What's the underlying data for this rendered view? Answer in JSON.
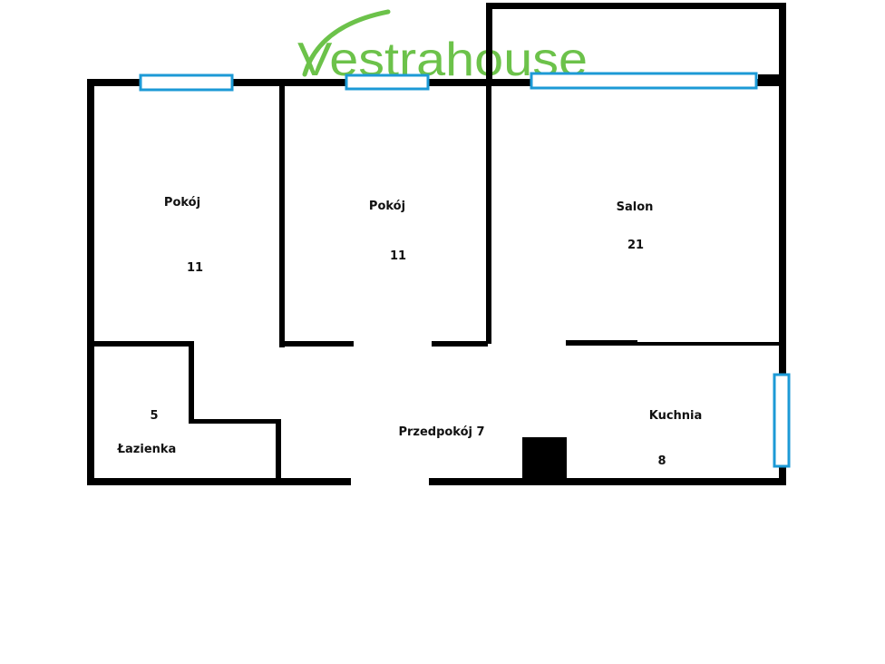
{
  "brand": {
    "name": "Vestrahouse",
    "color": "#6cc24a"
  },
  "colors": {
    "wall": "#000000",
    "window": "#1c9ad6",
    "text": "#111111",
    "background": "#ffffff"
  },
  "rooms": [
    {
      "id": "bedroom-1",
      "name": "Pokój",
      "area": "11"
    },
    {
      "id": "bedroom-2",
      "name": "Pokój",
      "area": "11"
    },
    {
      "id": "living-room",
      "name": "Salon",
      "area": "21"
    },
    {
      "id": "bathroom",
      "name": "Łazienka",
      "area": "5"
    },
    {
      "id": "hallway",
      "name": "Przedpokój 7",
      "area": ""
    },
    {
      "id": "kitchen",
      "name": "Kuchnia",
      "area": "8"
    }
  ]
}
